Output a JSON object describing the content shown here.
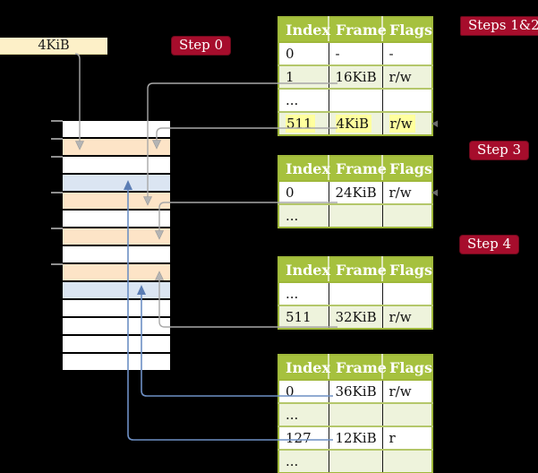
{
  "frame_box": {
    "label": "4KiB"
  },
  "badges": {
    "step0": "Step 0",
    "steps12": "Steps 1&2",
    "step3": "Step 3",
    "step4": "Step 4"
  },
  "tables": [
    {
      "headers": [
        "Index",
        "Frame",
        "Flags"
      ],
      "rows": [
        {
          "tone": "white",
          "hl": false,
          "cells": [
            "0",
            "-",
            "-"
          ]
        },
        {
          "tone": "green",
          "hl": false,
          "cells": [
            "1",
            "16KiB",
            "r/w"
          ]
        },
        {
          "tone": "white",
          "hl": false,
          "cells": [
            "...",
            "",
            ""
          ]
        },
        {
          "tone": "green",
          "hl": true,
          "cells": [
            "511",
            "4KiB",
            "r/w"
          ]
        }
      ]
    },
    {
      "headers": [
        "Index",
        "Frame",
        "Flags"
      ],
      "rows": [
        {
          "tone": "white",
          "hl": false,
          "cells": [
            "0",
            "24KiB",
            "r/w"
          ]
        },
        {
          "tone": "green",
          "hl": false,
          "cells": [
            "...",
            "",
            ""
          ]
        }
      ]
    },
    {
      "headers": [
        "Index",
        "Frame",
        "Flags"
      ],
      "rows": [
        {
          "tone": "white",
          "hl": false,
          "cells": [
            "...",
            "",
            ""
          ]
        },
        {
          "tone": "green",
          "hl": false,
          "cells": [
            "511",
            "32KiB",
            "r/w"
          ]
        }
      ]
    },
    {
      "headers": [
        "Index",
        "Frame",
        "Flags"
      ],
      "rows": [
        {
          "tone": "white",
          "hl": false,
          "cells": [
            "0",
            "36KiB",
            "r/w"
          ]
        },
        {
          "tone": "green",
          "hl": false,
          "cells": [
            "...",
            "",
            ""
          ]
        },
        {
          "tone": "white",
          "hl": false,
          "cells": [
            "127",
            "12KiB",
            "r"
          ]
        },
        {
          "tone": "green",
          "hl": false,
          "cells": [
            "...",
            "",
            ""
          ]
        }
      ]
    }
  ],
  "memory_stack": {
    "rows": [
      "white",
      "peach",
      "white",
      "blue",
      "peach",
      "white",
      "peach",
      "white",
      "peach",
      "blue",
      "white",
      "white",
      "white",
      "white"
    ]
  },
  "colors": {
    "background": "#000000",
    "table_header_green": "#a6c13e",
    "table_border_green": "#9fb83a",
    "table_row_green": "#eef3dc",
    "highlight_yellow": "#ffff9e",
    "frame_peach": "#fde4c7",
    "frame_blue": "#dbe5f2",
    "badge_red": "#a60d2c",
    "connector_gray": "#a8a8a8",
    "connector_blue": "#6d8fc4",
    "box_cream": "#fdf0c8"
  }
}
